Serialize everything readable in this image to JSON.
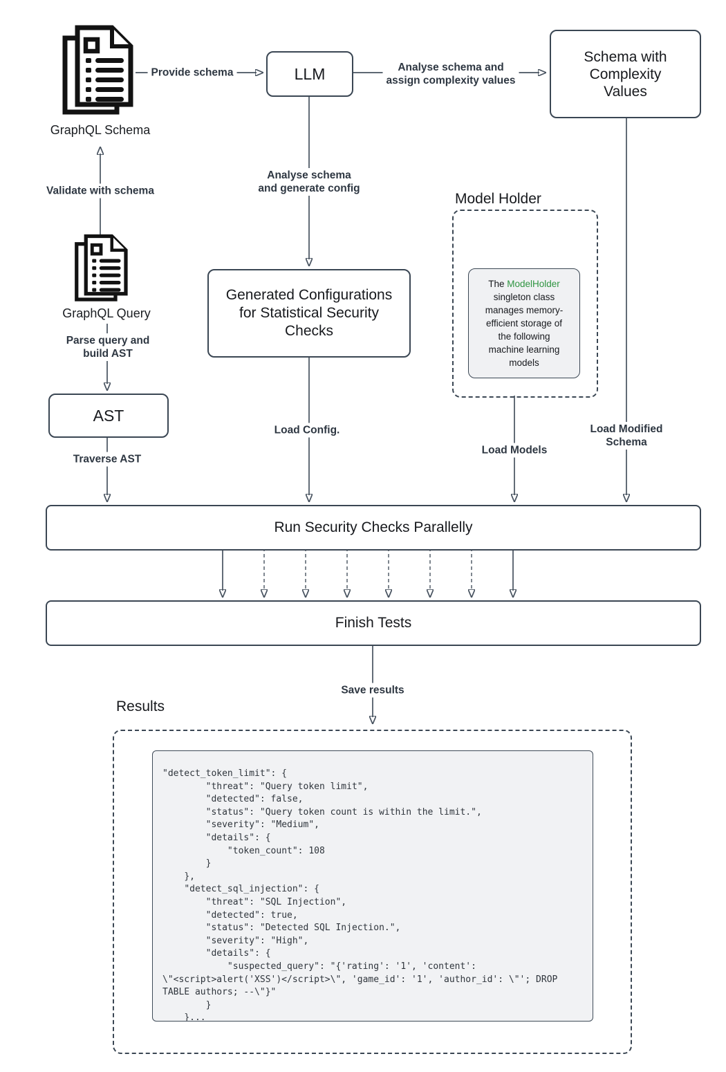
{
  "nodes": {
    "graphql_schema_label": "GraphQL Schema",
    "graphql_query_label": "GraphQL Query",
    "llm": "LLM",
    "schema_complexity": {
      "lines": [
        "Schema with",
        "Complexity",
        "Values"
      ]
    },
    "generated_config": {
      "lines": [
        "Generated Configurations",
        "for Statistical Security",
        "Checks"
      ]
    },
    "ast": "AST",
    "run_checks": "Run Security Checks Parallelly",
    "finish_tests": "Finish Tests"
  },
  "edges": {
    "provide_schema": "Provide schema",
    "analyse_assign": {
      "lines": [
        "Analyse schema and",
        "assign complexity values"
      ]
    },
    "analyse_generate": {
      "lines": [
        "Analyse schema",
        "and generate config"
      ]
    },
    "validate_schema": "Validate with schema",
    "parse_query": {
      "lines": [
        "Parse query and",
        "build AST"
      ]
    },
    "traverse_ast": "Traverse AST",
    "load_config": "Load Config.",
    "load_models": "Load Models",
    "load_modified_schema": {
      "lines": [
        "Load Modified",
        "Schema"
      ]
    },
    "save_results": "Save results"
  },
  "model_holder": {
    "title": "Model Holder",
    "note_prefix": "The ",
    "note_class": "ModelHolder",
    "note_suffix": " singleton class manages memory-efficient storage of the following machine learning models"
  },
  "results": {
    "title": "Results",
    "code": "\"detect_token_limit\": {\n        \"threat\": \"Query token limit\",\n        \"detected\": false,\n        \"status\": \"Query token count is within the limit.\",\n        \"severity\": \"Medium\",\n        \"details\": {\n            \"token_count\": 108\n        }\n    },\n    \"detect_sql_injection\": {\n        \"threat\": \"SQL Injection\",\n        \"detected\": true,\n        \"status\": \"Detected SQL Injection.\",\n        \"severity\": \"High\",\n        \"details\": {\n            \"suspected_query\": \"{'rating': '1', 'content':\n\\\"<script>alert('XSS')</script>\\\", 'game_id': '1', 'author_id': \\\"'; DROP\nTABLE authors; --\\\"}\"\n        }\n    }..."
  },
  "colors": {
    "line": "#47525f",
    "box_border": "#3a4653",
    "label_text": "#2e3742",
    "highlight_green": "#2e9440",
    "code_bg": "#f1f2f4"
  }
}
